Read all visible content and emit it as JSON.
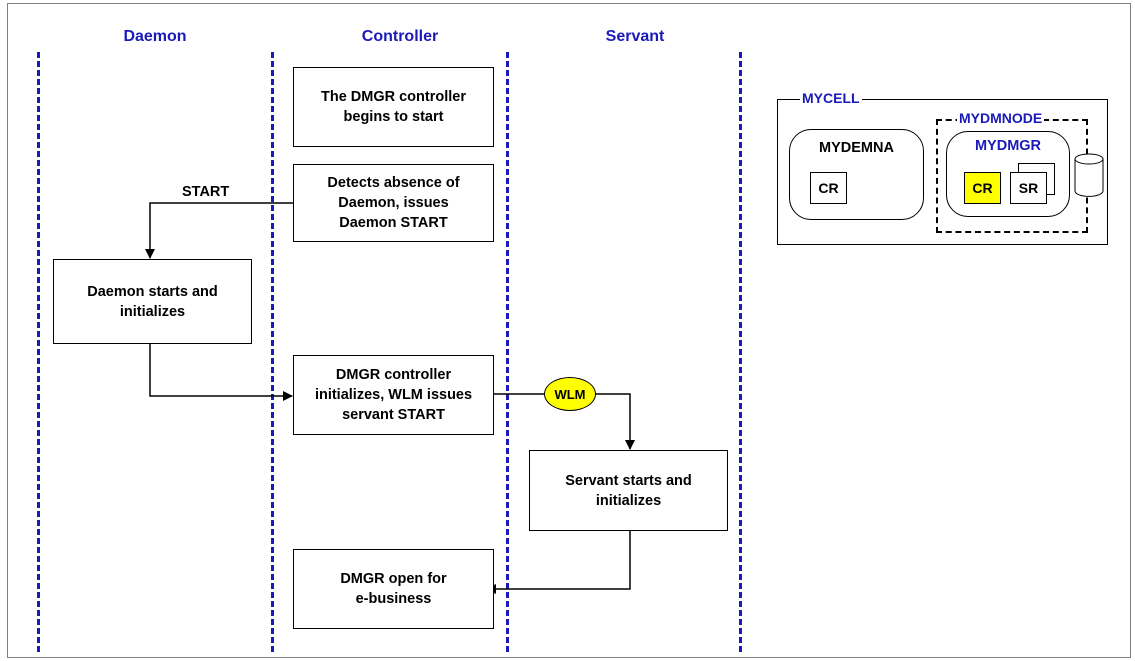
{
  "lanes": {
    "daemon": "Daemon",
    "controller": "Controller",
    "servant": "Servant"
  },
  "steps": {
    "dmgr_begins": "The DMGR controller\nbegins to start",
    "detects_absence": "Detects absence of\nDaemon, issues\nDaemon START",
    "daemon_starts": "Daemon starts and\ninitializes",
    "controller_initializes": "DMGR controller\ninitializes, WLM issues\nservant START",
    "servant_starts": "Servant starts and\ninitializes",
    "dmgr_open": "DMGR open for\ne-business"
  },
  "labels": {
    "start": "START",
    "wlm": "WLM"
  },
  "topology": {
    "cell": "MYCELL",
    "daemon_node": "MYDEMNA",
    "dm_node": "MYDMNODE",
    "dmgr": "MYDMGR",
    "cr1": "CR",
    "cr2": "CR",
    "sr": "SR"
  },
  "colors": {
    "lane_blue": "#1a1ab8",
    "highlight_yellow": "#ffff00"
  }
}
